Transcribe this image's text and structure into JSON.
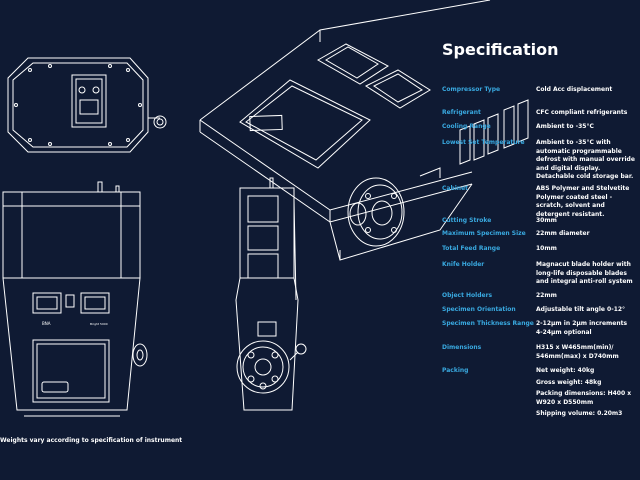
{
  "heading": "Specification",
  "specs": [
    {
      "label": "Compressor Type",
      "value": [
        "Cold Acc displacement"
      ]
    },
    {
      "label": "Refrigerant",
      "value": [
        "CFC compliant refrigerants"
      ]
    },
    {
      "label": "Cooling Range",
      "value": [
        "Ambient to -35°C"
      ]
    },
    {
      "label": "Lowest Set Temperature",
      "value": [
        "Ambient to -35°C with automatic programmable defrost with manual override and digital display. Detachable cold storage bar."
      ]
    },
    {
      "label": "Cabinet",
      "value": [
        "ABS Polymer and Stelvetite Polymer coated steel - scratch, solvent and detergent resistant."
      ]
    },
    {
      "label": "Cutting Stroke",
      "value": [
        "30mm"
      ]
    },
    {
      "label": "Maximum Specimen Size",
      "value": [
        "22mm diameter"
      ]
    },
    {
      "label": "Total Feed Range",
      "value": [
        "10mm"
      ]
    },
    {
      "label": "Knife Holder",
      "value": [
        "Magnacut blade holder with long-life disposable blades and integral anti-roll system"
      ]
    },
    {
      "label": "Object Holders",
      "value": [
        "22mm"
      ]
    },
    {
      "label": "Specimen Orientation",
      "value": [
        "Adjustable tilt angle 0-12°"
      ]
    },
    {
      "label": "Specimen Thickness Range",
      "value": [
        "2-12μm in 2μm increments",
        "4-24μm optional"
      ]
    },
    {
      "label": "Dimensions",
      "value": [
        "H315 x W465mm(min)/ 546mm(max) x D740mm"
      ]
    },
    {
      "label": "Packing",
      "value": [
        "Net weight: 40kg",
        "Gross weight: 48kg",
        "Packing dimensions: H400 x W920 x D550mm",
        "Shipping volume: 0.20m3"
      ]
    }
  ],
  "footnote": "Weights vary according to specification of instrument",
  "front_badge": "BNA",
  "front_model": "Bright 5000",
  "colors": {
    "background": "#0f1a33",
    "line": "#ffffff",
    "label": "#39a9e0"
  }
}
